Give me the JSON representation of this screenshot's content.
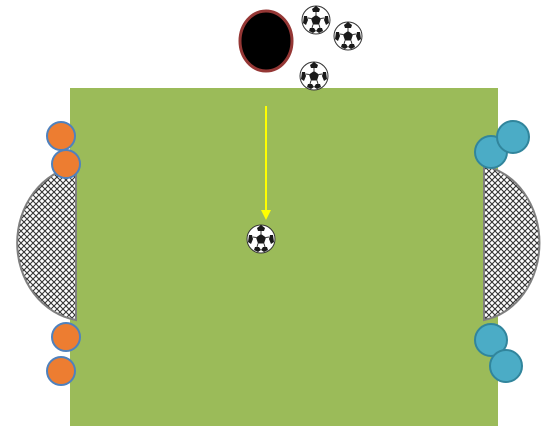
{
  "diagram": {
    "colors": {
      "pitch": "#9bbb59",
      "goal_net_fill": "#d9d9d9",
      "goal_net_stroke": "#7f7f7f",
      "team_left": "#ed7d31",
      "team_left_stroke": "#4f81bd",
      "team_right": "#4bacc6",
      "team_right_stroke": "#31859c",
      "coach": "#000000",
      "coach_stroke": "#953735",
      "arrow": "#ffff00",
      "ball_white": "#ffffff",
      "ball_black": "#1a1a1a"
    },
    "elements": {
      "pitch": "pitch",
      "left_goal": "goal",
      "right_goal": "goal",
      "coach": "coach-marker",
      "ball_supply_count": 3,
      "pass_arrow": "ball-path-arrow",
      "ball_in_play": "soccer-ball",
      "left_team_players": 4,
      "right_team_players": 4
    }
  }
}
